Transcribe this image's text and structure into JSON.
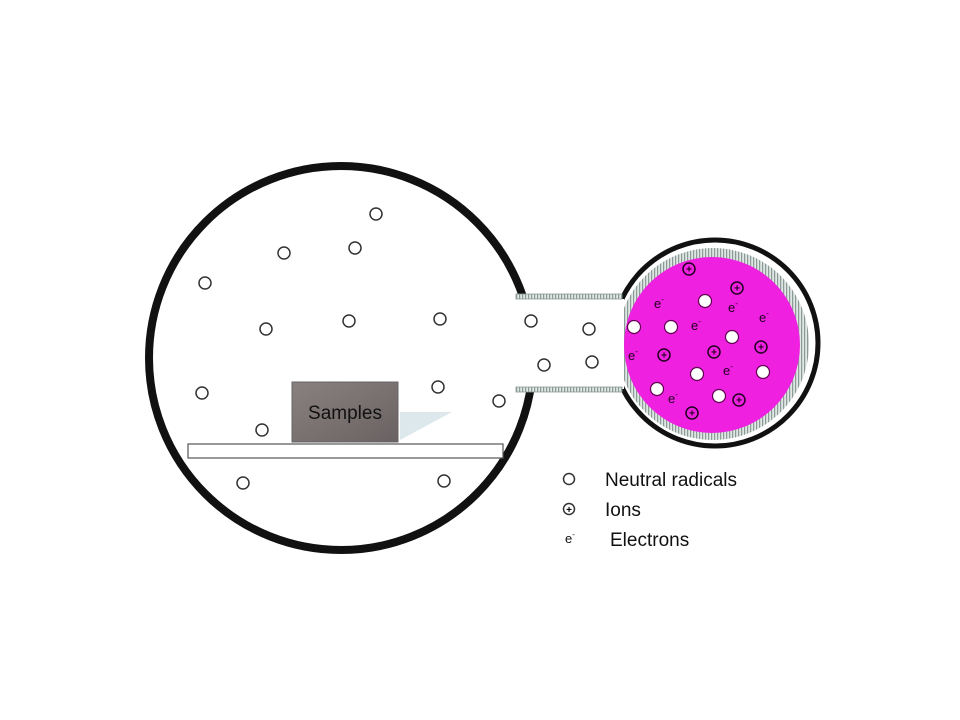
{
  "sample_label": "Samples",
  "electron_symbol": "e",
  "electron_charge": "-",
  "ion_symbol": "+",
  "legend": {
    "neutral": "Neutral radicals",
    "ions": "Ions",
    "electrons": "Electrons"
  },
  "colors": {
    "plasma": "#f020e0",
    "chamber": "#111111",
    "sample": "#7a7070"
  }
}
